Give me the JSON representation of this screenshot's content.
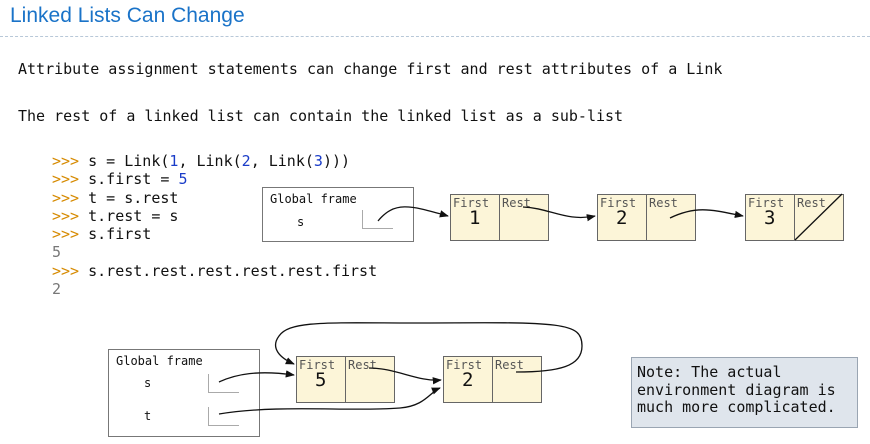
{
  "slide": {
    "title": "Linked Lists Can Change",
    "lines": [
      "Attribute assignment statements can change first and rest attributes of a Link",
      "The rest of a linked list can contain the linked list as a sub-list"
    ]
  },
  "code": {
    "prompt": ">>>",
    "lines": [
      {
        "kind": "input",
        "parts": [
          {
            "t": "s = Link("
          },
          {
            "t": "1",
            "num": true
          },
          {
            "t": ", Link("
          },
          {
            "t": "2",
            "num": true
          },
          {
            "t": ", Link("
          },
          {
            "t": "3",
            "num": true
          },
          {
            "t": ")))"
          }
        ]
      },
      {
        "kind": "input",
        "parts": [
          {
            "t": "s.first = "
          },
          {
            "t": "5",
            "num": true
          }
        ]
      },
      {
        "kind": "input",
        "parts": [
          {
            "t": "t = s.rest"
          }
        ]
      },
      {
        "kind": "input",
        "parts": [
          {
            "t": "t.rest = s"
          }
        ]
      },
      {
        "kind": "input",
        "parts": [
          {
            "t": "s.first"
          }
        ]
      },
      {
        "kind": "output",
        "text": "5"
      },
      {
        "kind": "input",
        "parts": [
          {
            "t": "s.rest.rest.rest.rest.rest.first"
          }
        ]
      },
      {
        "kind": "output",
        "text": "2"
      }
    ]
  },
  "diagram_top": {
    "frame_label": "Global frame",
    "variables": [
      "s"
    ],
    "cell_labels": {
      "first": "First",
      "rest": "Rest"
    },
    "links": [
      {
        "first": "1",
        "rest": "pointer"
      },
      {
        "first": "2",
        "rest": "pointer"
      },
      {
        "first": "3",
        "rest": "empty"
      }
    ]
  },
  "diagram_bottom": {
    "frame_label": "Global frame",
    "variables": [
      "s",
      "t"
    ],
    "cell_labels": {
      "first": "First",
      "rest": "Rest"
    },
    "links": [
      {
        "first": "5",
        "rest": "pointer"
      },
      {
        "first": "2",
        "rest": "pointer"
      }
    ]
  },
  "note": {
    "text": "Note: The actual\nenvironment diagram is\nmuch more complicated."
  }
}
